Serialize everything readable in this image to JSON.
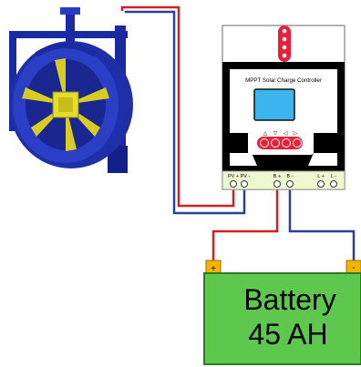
{
  "controller": {
    "title": "MPPT Solar Charge Controller",
    "button_symbols": [
      "△",
      "▽",
      "◁",
      "▷"
    ],
    "terminals": [
      "PV +",
      "PV -",
      "B +",
      "B -",
      "L +",
      "L -"
    ]
  },
  "battery": {
    "line1": "Battery",
    "line2": "45 AH",
    "positive_symbol": "+",
    "negative_symbol": "-"
  },
  "colors": {
    "wire_positive": "#d42020",
    "wire_negative": "#2a3f9a",
    "battery_body": "#5ec74e",
    "battery_terminal": "#f2b400",
    "controller_accent": "#e8203a",
    "display": "#3cb4ee",
    "turbine_frame": "#1a2aa0",
    "turbine_blade": "#d8cc22"
  }
}
